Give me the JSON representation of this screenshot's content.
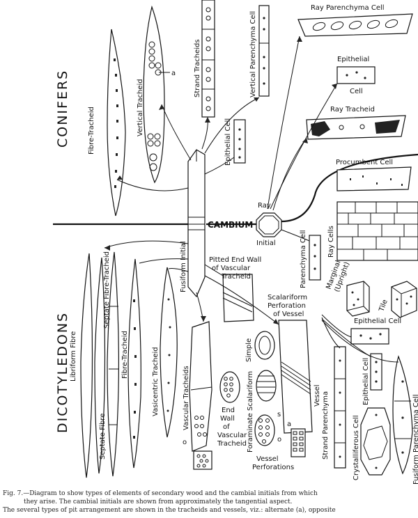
{
  "headings": {
    "conifers": "CONIFERS",
    "dicotyledons": "DICOTYLEDONS"
  },
  "labels": {
    "cambium": "CAMBIUM",
    "ray": "Ray",
    "initial": "Initial",
    "fusiform_initial": "Fusiform Initial",
    "fibre_tracheid": "Fibre-Tracheid",
    "vertical_tracheid": "Vertical Tracheid",
    "pit_a": "a",
    "strand_tracheids": "Strand Tracheids",
    "vertical_parenchyma_cell": "Vertical Parenchyma Cell",
    "epithelial_cell_conifer": "Epithelial Cell",
    "ray_parenchyma_cell": "Ray Parenchyma Cell",
    "epithelial": "Epithelial",
    "cell": "Cell",
    "ray_tracheid": "Ray Tracheid",
    "procumbent_cell": "Procumbent Cell",
    "ray_cells": "Ray Cells",
    "parenchyma_cell": "Parenchyma Cell",
    "marginal_upright": "Marginal",
    "upright": "(Upright)",
    "tile": "Tile",
    "epithelial_cell_dicot": "Epithelial Cell",
    "epithelial_cell_small": "Epithelial Cell",
    "libriform_fibre": "Libriform Fibre",
    "septate_fibre_tracheid": "Septate Fibre-Tracheid",
    "septate_fibre": "Septate Fibre",
    "fibre_tracheid_dicot": "Fibre-Tracheid",
    "vasicentric_tracheid": "Vasicentric Tracheid",
    "vascular_tracheids": "Vascular Tracheids",
    "pitted_end_wall_1": "Pitted End Wall",
    "pitted_end_wall_2": "of Vascular",
    "pitted_end_wall_3": "Tracheid",
    "scalariform_perf_1": "Scalariform",
    "scalariform_perf_2": "Perforation",
    "scalariform_perf_3": "of Vessel",
    "simple": "Simple",
    "scalariform": "Scalariform",
    "vessel": "Vessel",
    "end_wall_1": "End",
    "end_wall_2": "Wall",
    "end_wall_3": "of",
    "end_wall_4": "Vascular",
    "end_wall_5": "Tracheid",
    "foraminate": "Foraminate",
    "vessel_perforations_1": "Vessel",
    "vessel_perforations_2": "Perforations",
    "strand_parenchyma": "Strand Parenchyma",
    "crystalliferous_cell": "Crystalliferous Cell",
    "fusiform_parenchyma_cell": "Fusiform Parenchyma Cell",
    "mark_s": "s",
    "mark_a": "a",
    "mark_o": "o",
    "mark_o2": "o"
  },
  "caption": {
    "line1": "Fig. 7.—Diagram to show types of elements of secondary wood and the cambial initials from which",
    "line2": "they arise. The cambial initials are shown from approximately the tangential aspect.",
    "line3": "The several types of pit arrangement are shown in the tracheids and vessels, viz.: alternate (a), opposite"
  }
}
